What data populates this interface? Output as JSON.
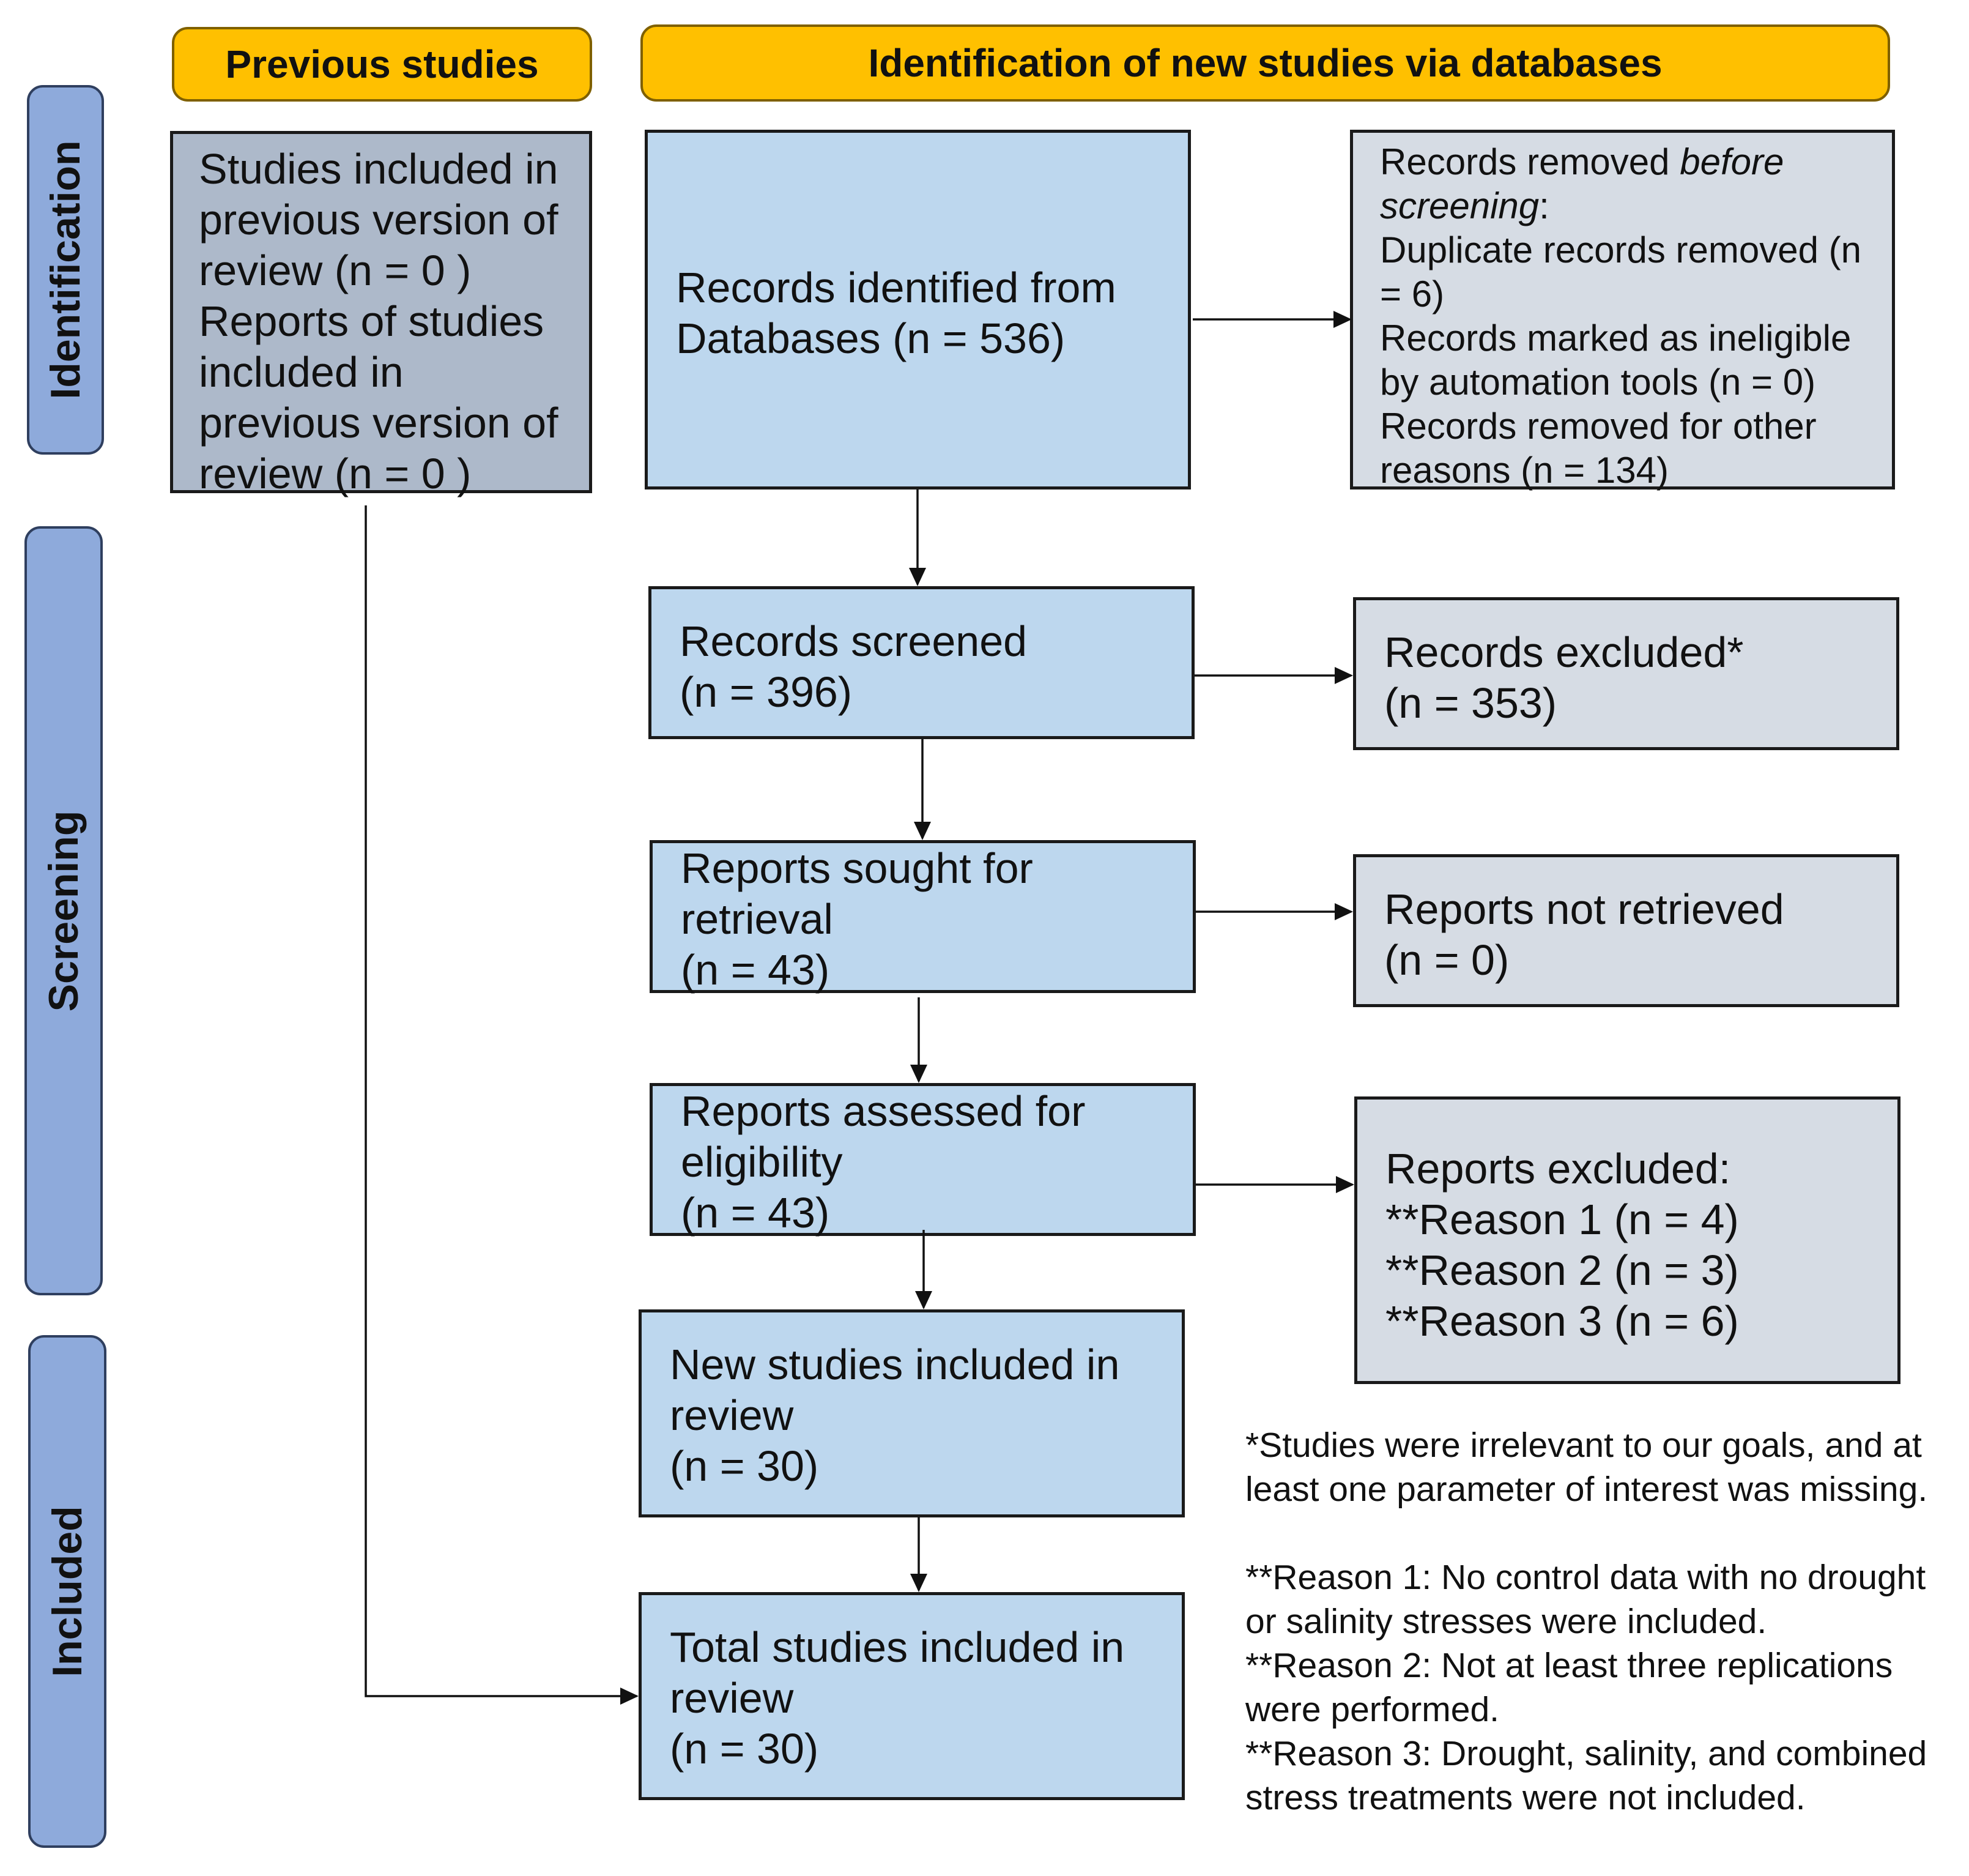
{
  "headers": {
    "previous": "Previous studies",
    "databases": "Identification of new studies via databases"
  },
  "stages": {
    "identification": "Identification",
    "screening": "Screening",
    "included": "Included"
  },
  "previous_box": {
    "line1": "Studies included in",
    "line2": "previous version of",
    "line3": "review (n = 0 )",
    "line4": "Reports of studies",
    "line5": "included in",
    "line6": "previous version of",
    "line7": "review (n = 0 )"
  },
  "identified": {
    "line1": "Records identified from",
    "line2": "Databases (n = 536)"
  },
  "removed": {
    "line1_a": "Records removed ",
    "line1_b": "before",
    "line2_a": "screening",
    "line2_b": ":",
    "line3": "Duplicate records removed (n",
    "line4": "= 6)",
    "line5": "Records marked as ineligible",
    "line6": "by automation tools (n = 0)",
    "line7": "Records removed for other",
    "line8": "reasons (n = 134)"
  },
  "screened": {
    "line1": "Records screened",
    "line2": "(n = 396)"
  },
  "excluded": {
    "line1": "Records excluded*",
    "line2": "(n = 353)"
  },
  "sought": {
    "line1": "Reports sought for",
    "line2": "retrieval",
    "line3": "(n = 43)"
  },
  "not_retrieved": {
    "line1": "Reports not retrieved",
    "line2": "(n = 0)"
  },
  "assessed": {
    "line1": "Reports assessed for",
    "line2": "eligibility",
    "line3": "(n = 43)"
  },
  "reports_excluded": {
    "line1": "Reports excluded:",
    "line2": "**Reason 1 (n = 4)",
    "line3": "**Reason 2 (n = 3)",
    "line4": "**Reason 3 (n = 6)"
  },
  "new_studies": {
    "line1": "New studies included in",
    "line2": "review",
    "line3": "(n = 30)"
  },
  "total_studies": {
    "line1": "Total studies included in",
    "line2": "review",
    "line3": "(n = 30)"
  },
  "notes": {
    "n1": "*Studies were irrelevant to our goals, and at",
    "n2": "least one parameter of interest was missing.",
    "n3": "**Reason 1: No control data with no drought",
    "n4": "or salinity stresses were included.",
    "n5": "**Reason 2: Not at least three replications",
    "n6": "were performed.",
    "n7": "**Reason 3: Drought, salinity, and combined",
    "n8": "stress treatments were not included."
  },
  "colors": {
    "header": "#ffc000",
    "stage": "#8eaadb",
    "flow_box": "#bdd7ee",
    "side_box": "#d6dce4",
    "previous_box": "#adb9ca"
  }
}
